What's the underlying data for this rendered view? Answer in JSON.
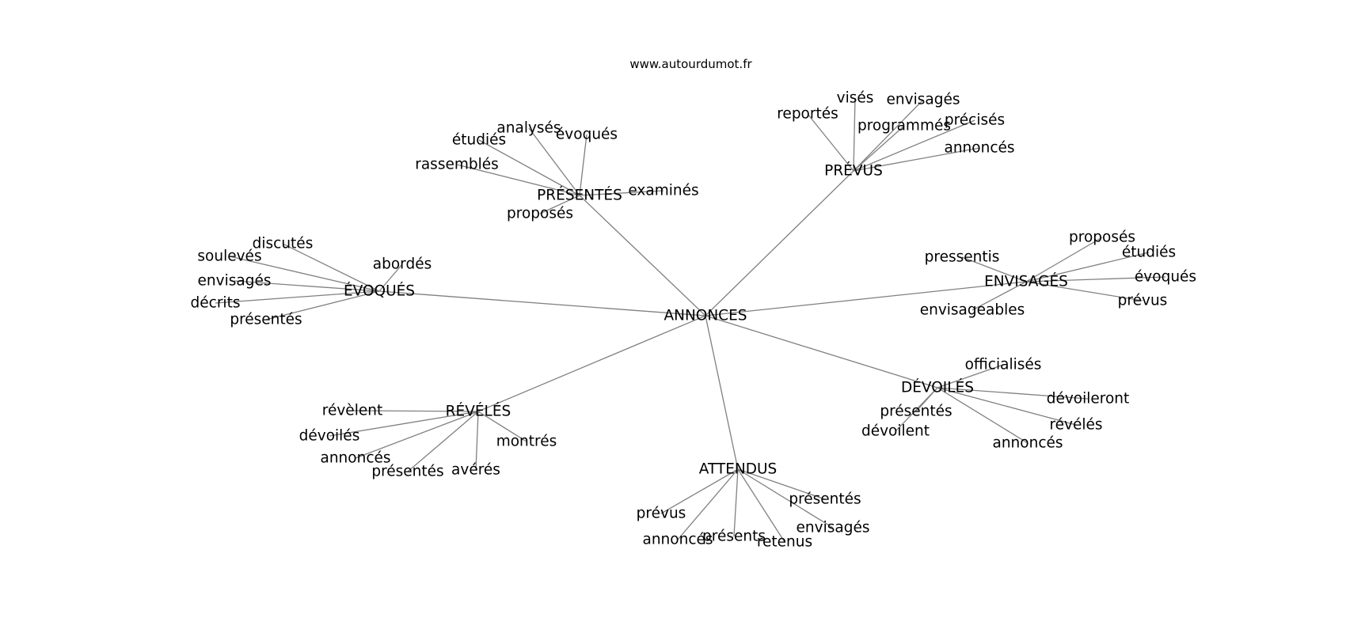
{
  "site": "www.autourdumot.fr",
  "graph": {
    "center": "ANNONCES",
    "clusters": [
      {
        "word": "PRÉVUS",
        "children": [
          "reportés",
          "visés",
          "envisagés",
          "programmés",
          "précisés",
          "annoncés"
        ]
      },
      {
        "word": "PRÉSENTÉS",
        "children": [
          "analysés",
          "étudiés",
          "évoqués",
          "rassemblés",
          "examinés",
          "proposés"
        ]
      },
      {
        "word": "ÉVOQUÉS",
        "children": [
          "discutés",
          "soulevés",
          "abordés",
          "envisagés",
          "décrits",
          "présentés"
        ]
      },
      {
        "word": "ENVISAGÉS",
        "children": [
          "proposés",
          "pressentis",
          "étudiés",
          "évoqués",
          "prévus",
          "envisageables"
        ]
      },
      {
        "word": "DÉVOILÉS",
        "children": [
          "officialisés",
          "dévoileront",
          "présentés",
          "dévoilent",
          "révélés",
          "annoncés"
        ]
      },
      {
        "word": "RÉVÉLÉS",
        "children": [
          "révèlent",
          "dévoilés",
          "montrés",
          "annoncés",
          "présentés",
          "avérés"
        ]
      },
      {
        "word": "ATTENDUS",
        "children": [
          "présentés",
          "prévus",
          "envisagés",
          "annoncés",
          "présents",
          "retenus"
        ]
      }
    ]
  }
}
